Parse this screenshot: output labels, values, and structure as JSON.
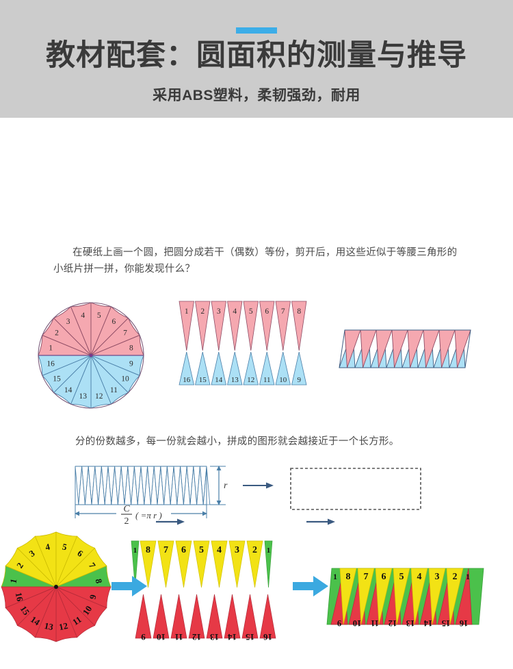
{
  "header": {
    "accent_color": "#3cade8",
    "background_color": "#cccccc",
    "title": "教材配套：圆面积的测量与推导",
    "subtitle": "采用ABS塑料，柔韧强劲，耐用"
  },
  "sections": {
    "intro_paragraph": "在硬纸上画一个圆，把圆分成若干（偶数）等份，剪开后，用这些近似于等腰三角形的小纸片拼一拼，你能发现什么？",
    "second_paragraph": "分的份数越多，每一份就会越小，拼成的图形就会越接近于一个长方形。"
  },
  "diagram": {
    "circle": {
      "sectors": 16,
      "top_half_color": "#f5a8b0",
      "bottom_half_color": "#ace0f5",
      "top_labels": [
        "1",
        "2",
        "3",
        "4",
        "5",
        "6",
        "7",
        "8"
      ],
      "bottom_labels": [
        "9",
        "10",
        "11",
        "12",
        "13",
        "14",
        "15",
        "16"
      ]
    },
    "split_triangles": {
      "top_row_labels": [
        "1",
        "2",
        "3",
        "4",
        "5",
        "6",
        "7",
        "8"
      ],
      "bottom_row_labels": [
        "16",
        "15",
        "14",
        "13",
        "12",
        "11",
        "10",
        "9"
      ],
      "top_color": "#f5a8b0",
      "bottom_color": "#ace0f5"
    },
    "assembled": {
      "pink_color": "#f5a8b0",
      "blue_color": "#ace0f5",
      "triangle_pairs": 8
    },
    "arrow_color": "#3a5a80"
  },
  "zigzag": {
    "teeth": 20,
    "stroke_color": "#4a7fa8",
    "height_label": "r",
    "width_numerator": "C",
    "width_denominator": "2",
    "width_suffix": "( =π r )",
    "result_shape": "dashed-rectangle"
  },
  "photo": {
    "wheel": {
      "yellow_color": "#f2e215",
      "red_color": "#e63946",
      "green_color": "#4bc14b",
      "top_labels": [
        "1",
        "2",
        "3",
        "4",
        "5",
        "6",
        "7",
        "8"
      ],
      "bottom_labels": [
        "9",
        "10",
        "11",
        "12",
        "13",
        "14",
        "15",
        "16"
      ]
    },
    "yellow_row_labels": [
      "1",
      "8",
      "7",
      "6",
      "5",
      "4",
      "3",
      "2",
      "1"
    ],
    "red_row_labels": [
      "9",
      "10",
      "11",
      "12",
      "13",
      "14",
      "15",
      "16"
    ],
    "final_top_labels": [
      "1",
      "8",
      "7",
      "6",
      "5",
      "4",
      "3",
      "2",
      "1"
    ],
    "final_bottom_labels": [
      "9",
      "10",
      "11",
      "12",
      "13",
      "14",
      "15",
      "16"
    ],
    "arrow_color": "#3ba9e0"
  }
}
